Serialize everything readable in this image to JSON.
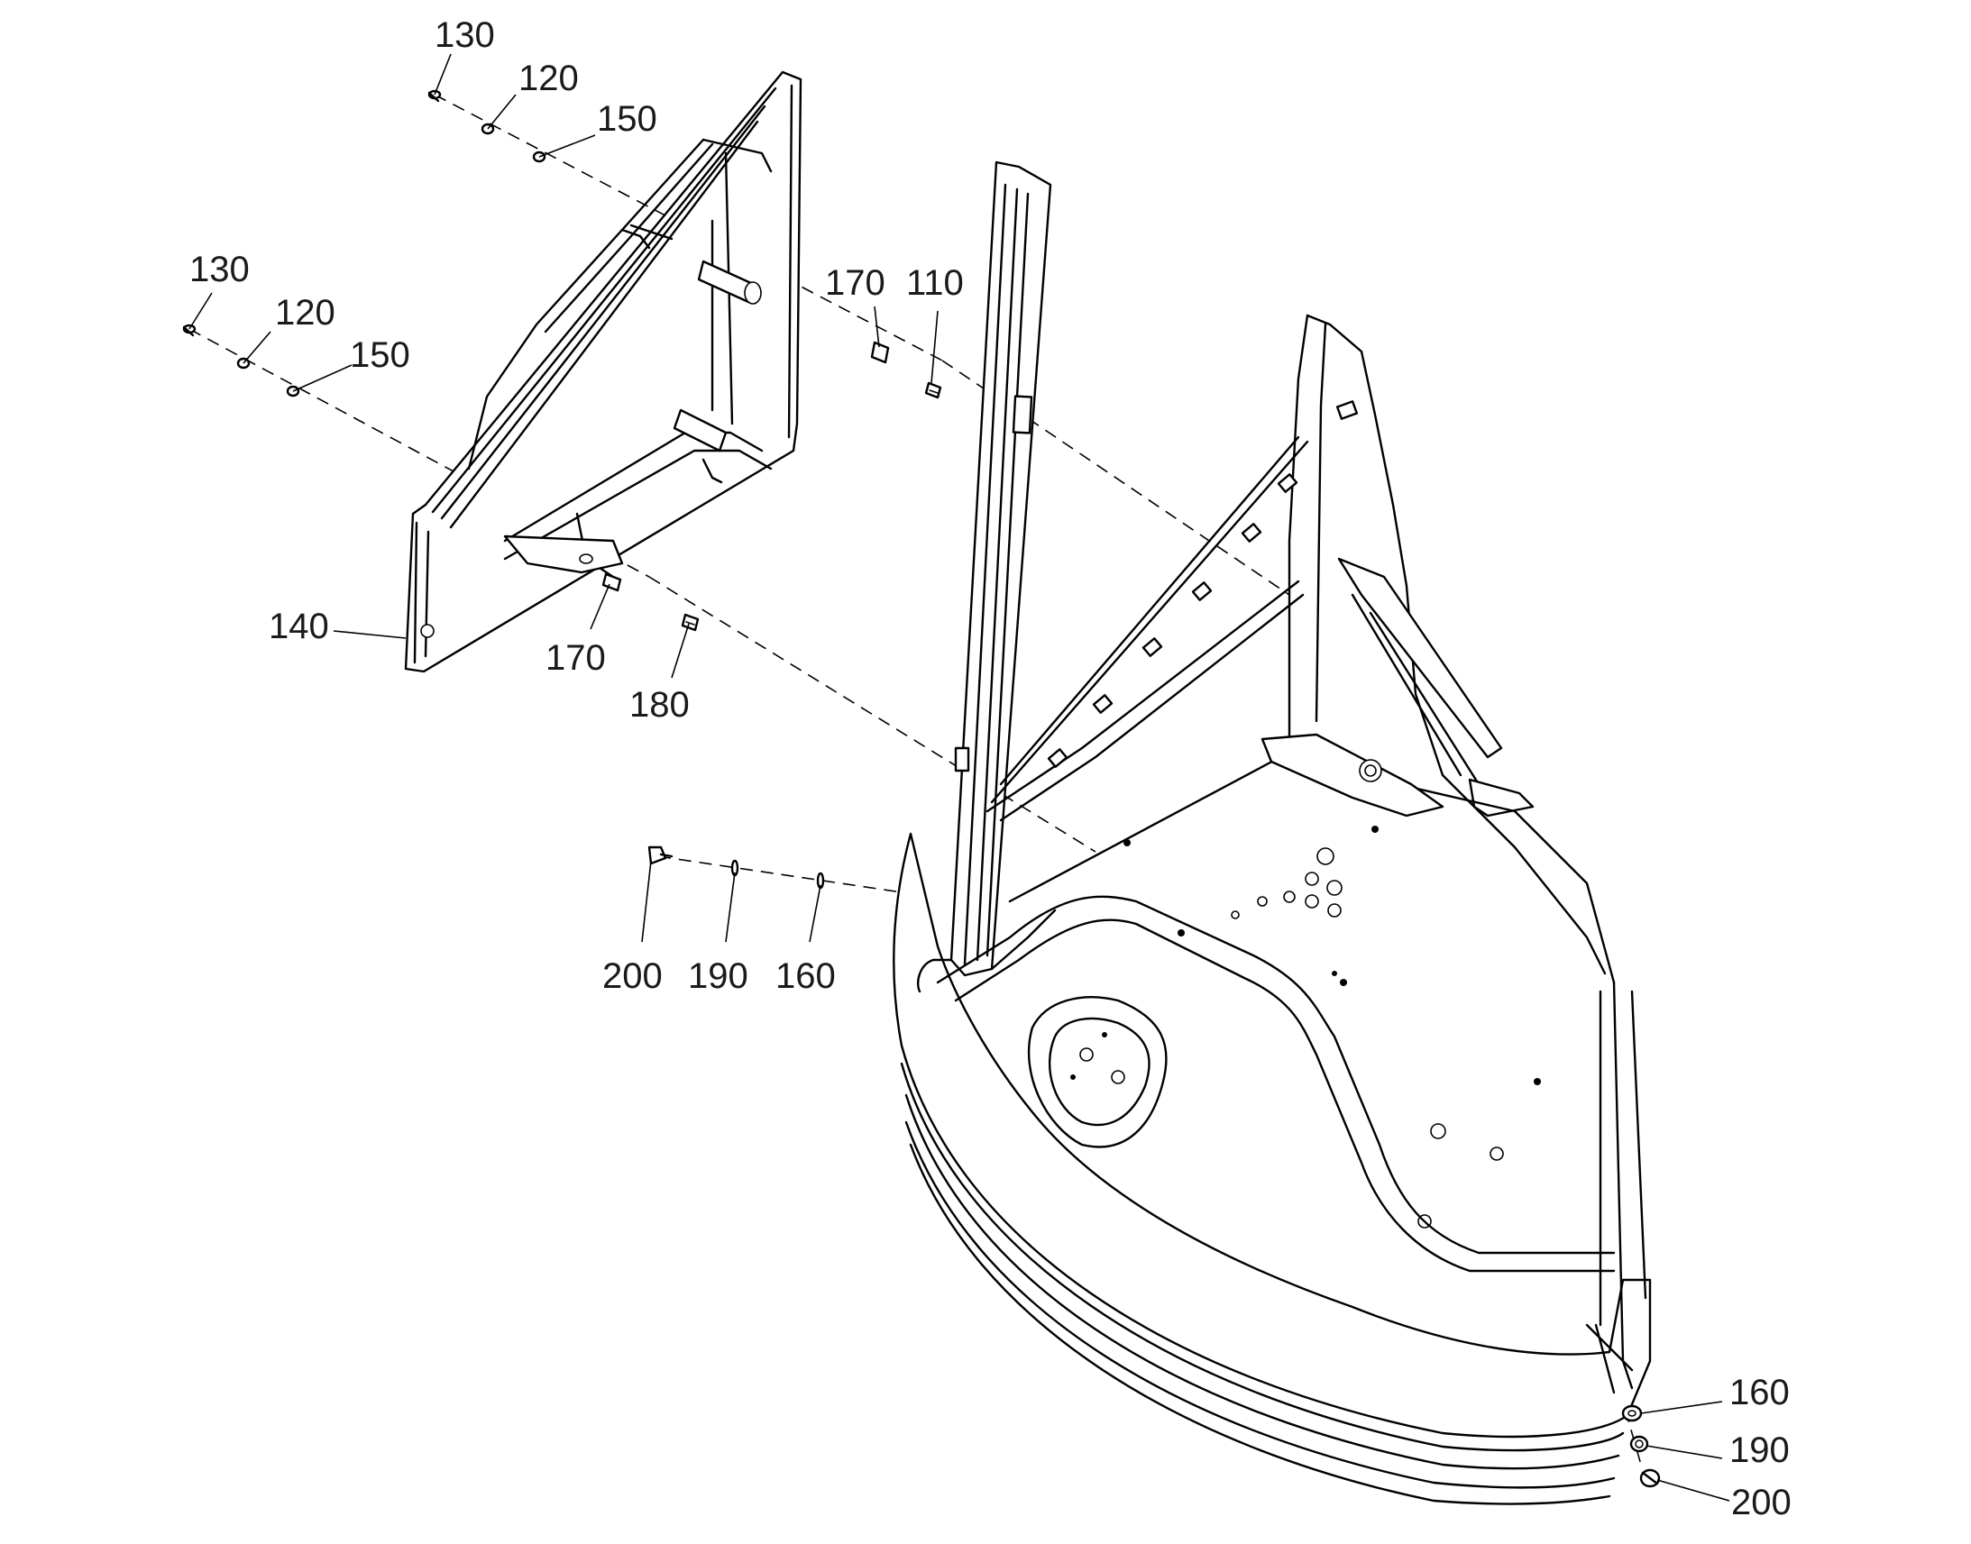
{
  "callouts": [
    {
      "id": "c130a",
      "text": "130"
    },
    {
      "id": "c120a",
      "text": "120"
    },
    {
      "id": "c150a",
      "text": "150"
    },
    {
      "id": "c130b",
      "text": "130"
    },
    {
      "id": "c120b",
      "text": "120"
    },
    {
      "id": "c150b",
      "text": "150"
    },
    {
      "id": "c170a",
      "text": "170"
    },
    {
      "id": "c110",
      "text": "110"
    },
    {
      "id": "c140",
      "text": "140"
    },
    {
      "id": "c170b",
      "text": "170"
    },
    {
      "id": "c180",
      "text": "180"
    },
    {
      "id": "c200a",
      "text": "200"
    },
    {
      "id": "c190a",
      "text": "190"
    },
    {
      "id": "c160a",
      "text": "160"
    },
    {
      "id": "c160b",
      "text": "160"
    },
    {
      "id": "c190b",
      "text": "190"
    },
    {
      "id": "c200b",
      "text": "200"
    }
  ]
}
